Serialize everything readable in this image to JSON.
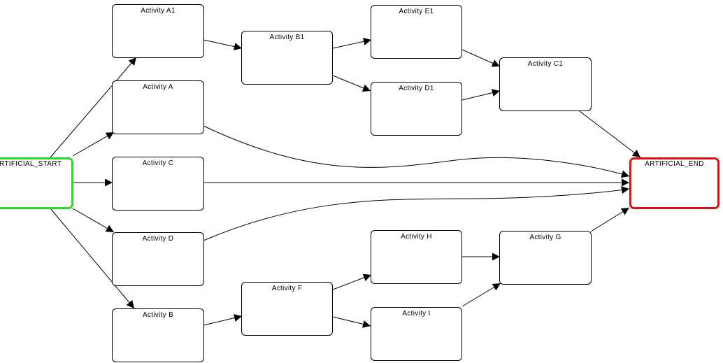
{
  "nodes": {
    "artificial_start": "ARTIFICIAL_START",
    "artificial_end": "ARTIFICIAL_END",
    "a1": "Activity A1",
    "a": "Activity A",
    "c": "Activity C",
    "d": "Activity D",
    "b": "Activity B",
    "b1": "Activity B1",
    "f": "Activity F",
    "e1": "Activity E1",
    "d1": "Activity D1",
    "h": "Activity H",
    "i": "Activity I",
    "c1": "Activity C1",
    "g": "Activity G"
  },
  "colors": {
    "start_border": "#22dd22",
    "end_border": "#e01010",
    "edge": "#000000"
  },
  "edges": [
    {
      "from": "artificial_start",
      "to": "a1"
    },
    {
      "from": "artificial_start",
      "to": "a"
    },
    {
      "from": "artificial_start",
      "to": "c"
    },
    {
      "from": "artificial_start",
      "to": "d"
    },
    {
      "from": "artificial_start",
      "to": "b"
    },
    {
      "from": "a1",
      "to": "b1"
    },
    {
      "from": "b1",
      "to": "e1"
    },
    {
      "from": "b1",
      "to": "d1"
    },
    {
      "from": "e1",
      "to": "c1"
    },
    {
      "from": "d1",
      "to": "c1"
    },
    {
      "from": "c1",
      "to": "artificial_end"
    },
    {
      "from": "a",
      "to": "artificial_end"
    },
    {
      "from": "c",
      "to": "artificial_end"
    },
    {
      "from": "d",
      "to": "artificial_end"
    },
    {
      "from": "b",
      "to": "f"
    },
    {
      "from": "f",
      "to": "h"
    },
    {
      "from": "f",
      "to": "i"
    },
    {
      "from": "h",
      "to": "g"
    },
    {
      "from": "i",
      "to": "g"
    },
    {
      "from": "g",
      "to": "artificial_end"
    }
  ]
}
